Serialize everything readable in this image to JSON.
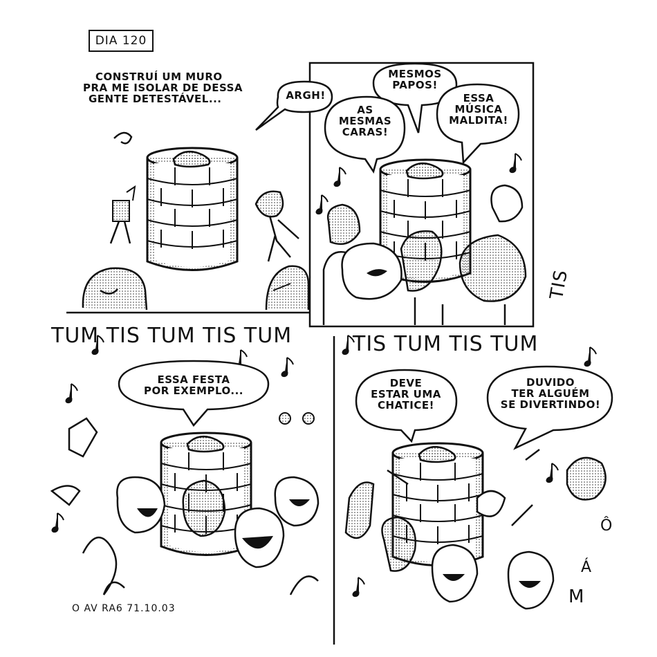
{
  "day_label": "DIA 120",
  "panel1": {
    "caption_lines": [
      "CONSTRUÍ UM MURO",
      "PRA ME ISOLAR DE DESSA",
      "GENTE DETESTÁVEL..."
    ],
    "balloon": "ARGH!"
  },
  "panel2": {
    "balloon_papos": [
      "MESMOS",
      "PAPOS!"
    ],
    "balloon_caras": [
      "AS",
      "MESMAS",
      "CARAS!"
    ],
    "balloon_musica": [
      "ESSA",
      "MÚSICA",
      "MALDITA!"
    ]
  },
  "panel3": {
    "sfx_top": "TUM TIS TUM TIS TUM",
    "balloon": [
      "ESSA FESTA",
      "POR EXEMPLO..."
    ]
  },
  "panel4": {
    "sfx_top": "TIS TUM TIS TUM",
    "sfx_tis": "TIS",
    "balloon_chatice": [
      "DEVE",
      "ESTAR UMA",
      "CHATICE!"
    ],
    "balloon_duvido": [
      "DUVIDO",
      "TER ALGUÉM",
      "SE DIVERTINDO!"
    ],
    "sfx_side": [
      "Ô",
      "Á",
      "M"
    ]
  },
  "signature": "o av ra6 71.10.03"
}
